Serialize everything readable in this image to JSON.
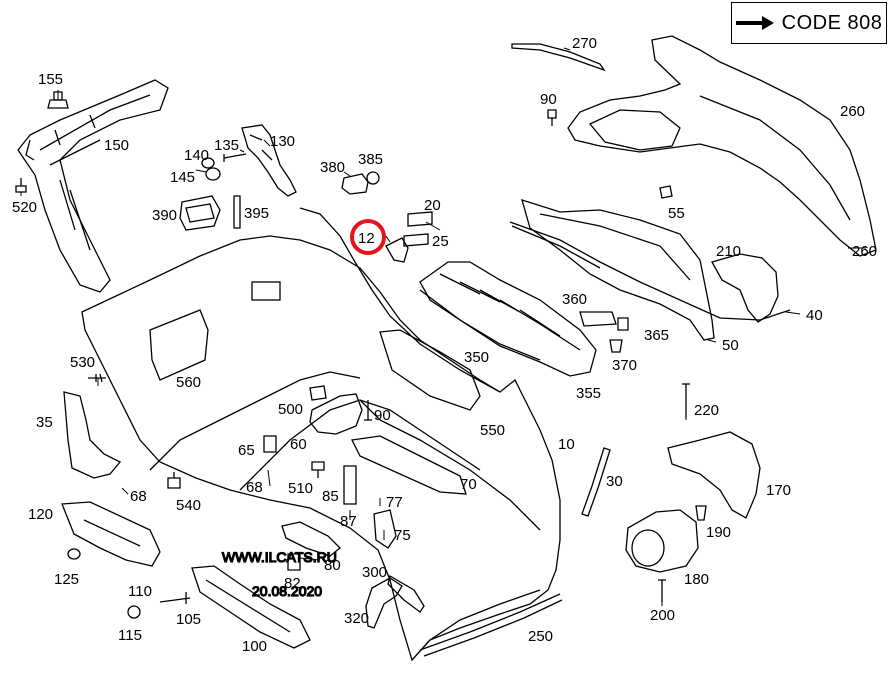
{
  "code_label": "CODE 808",
  "highlight_color": "#e3141b",
  "highlighted_part": "12",
  "watermark": [
    "WWW.ILCATS.RU",
    "20.08.2020"
  ],
  "callouts": [
    "155",
    "150",
    "520",
    "140",
    "135",
    "130",
    "145",
    "390",
    "395",
    "380",
    "385",
    "270",
    "90",
    "260",
    "20",
    "25",
    "55",
    "210",
    "260",
    "40",
    "50",
    "360",
    "365",
    "370",
    "350",
    "355",
    "530",
    "560",
    "500",
    "90",
    "550",
    "10",
    "35",
    "65",
    "60",
    "220",
    "68",
    "68",
    "510",
    "85",
    "77",
    "70",
    "540",
    "87",
    "75",
    "170",
    "120",
    "190",
    "30",
    "80",
    "125",
    "82",
    "300",
    "180",
    "110",
    "105",
    "115",
    "320",
    "100",
    "200",
    "250"
  ],
  "icons": [
    "arrow-right-icon"
  ]
}
